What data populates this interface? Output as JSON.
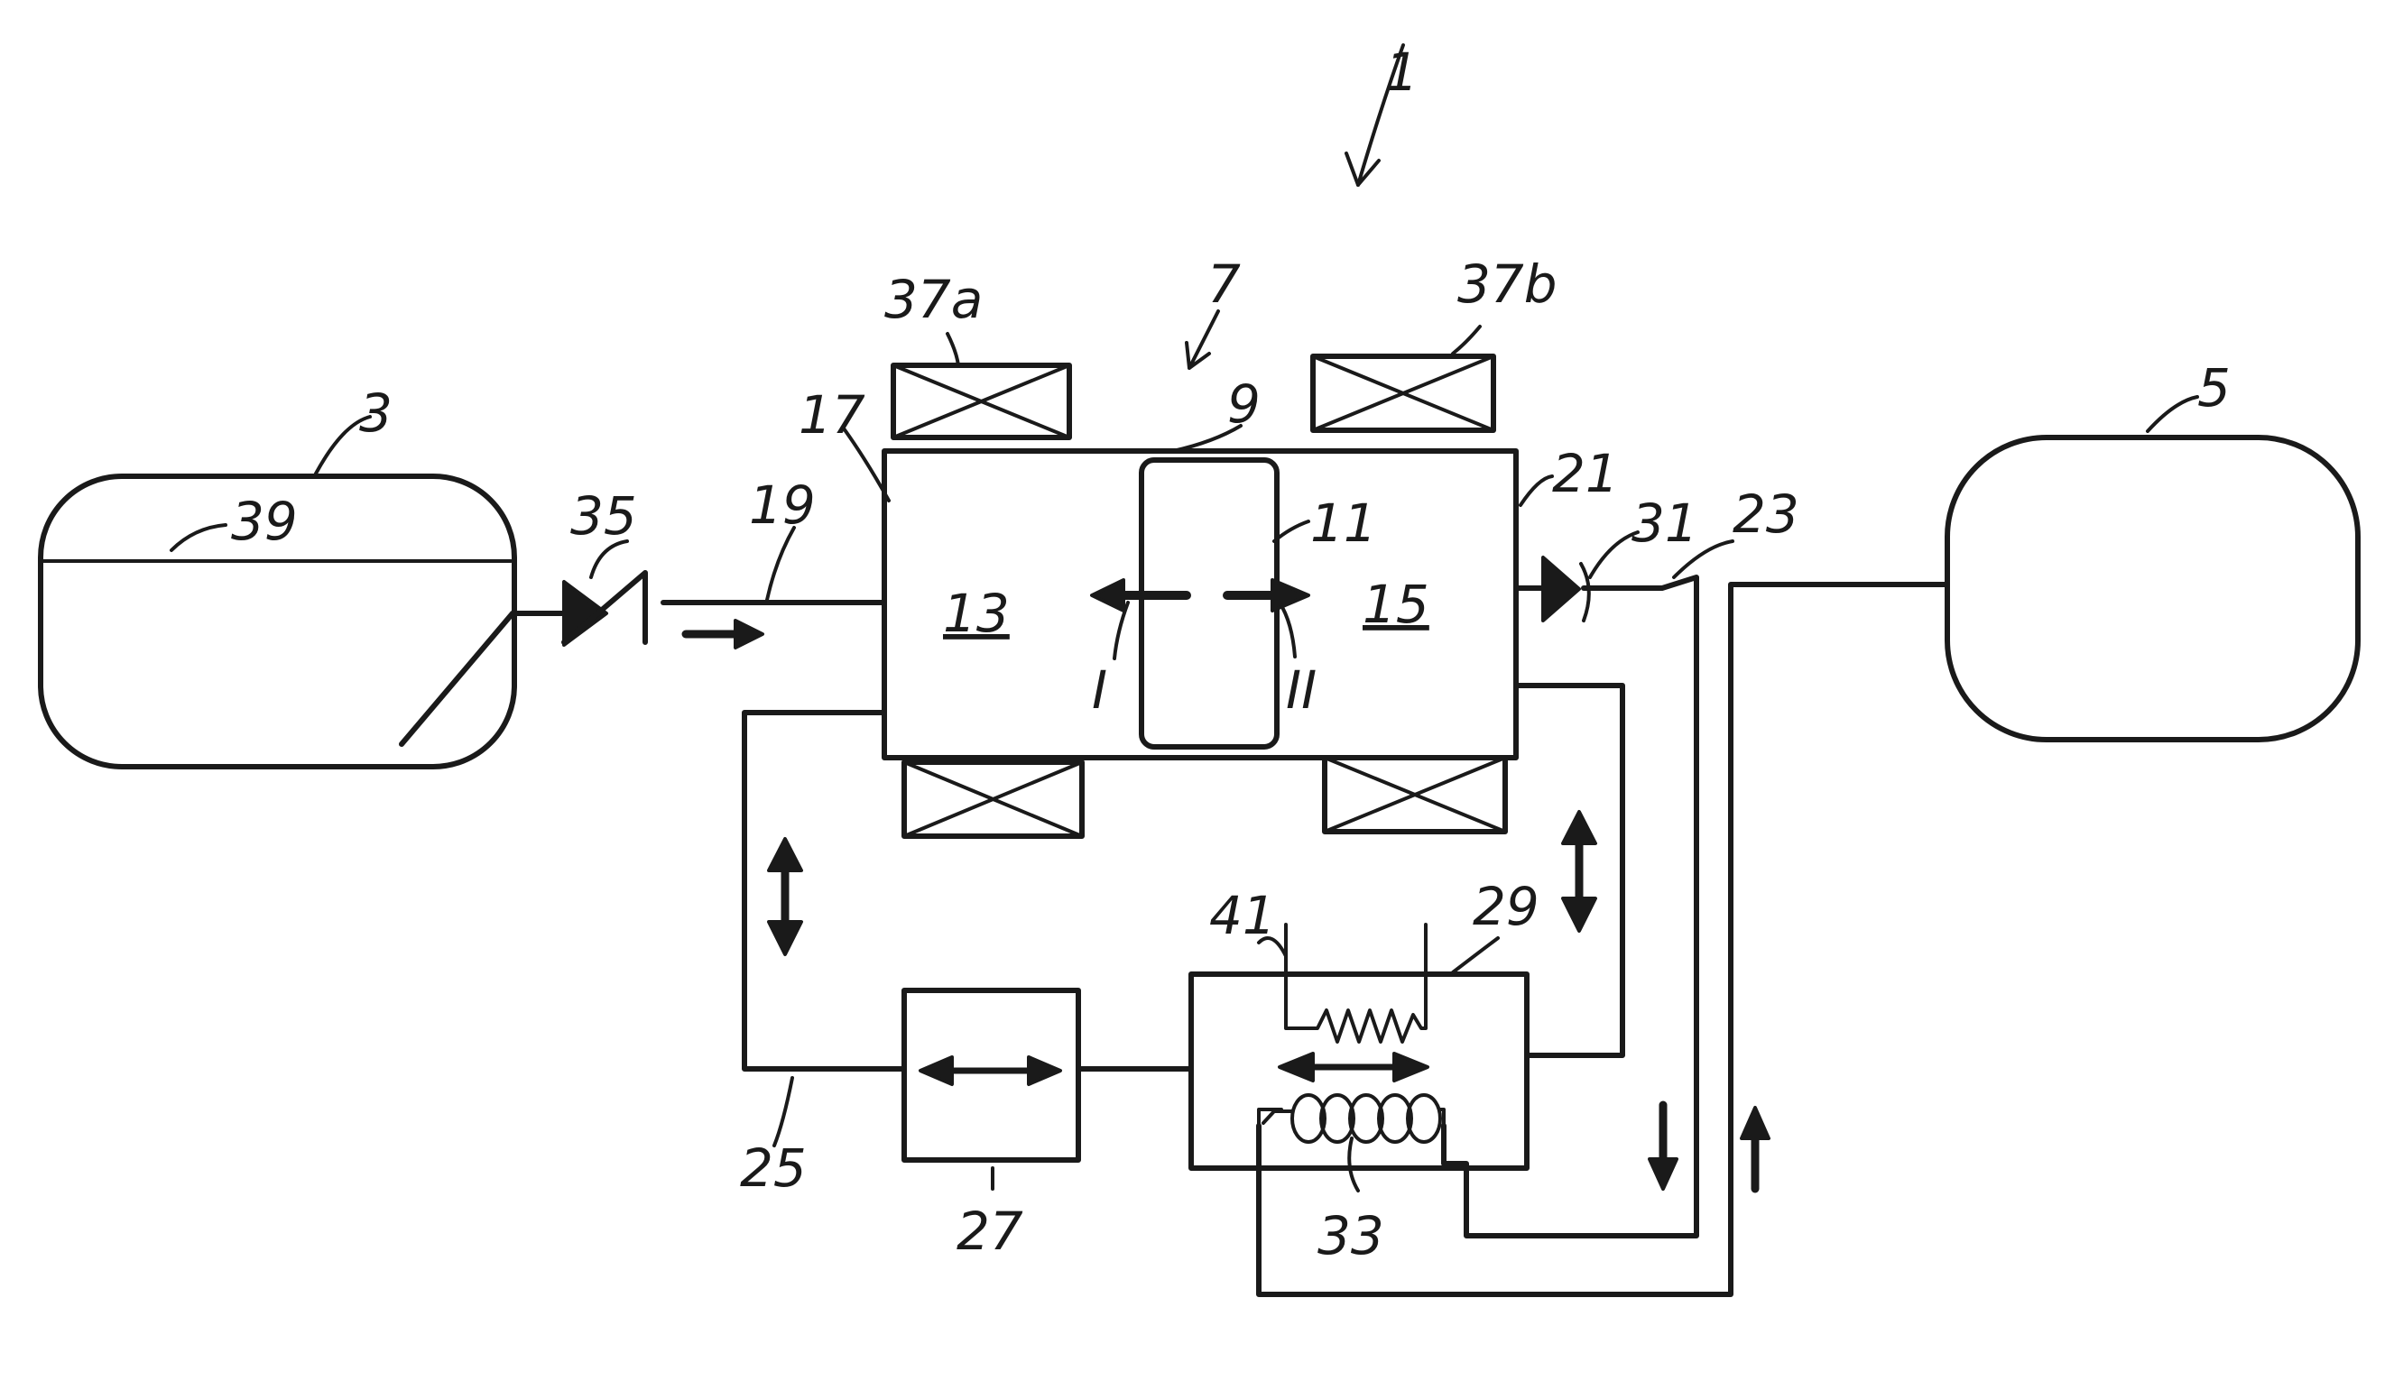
{
  "figure": {
    "reference": "1",
    "components": {
      "tank_left": {
        "ref": "3",
        "level_ref": "39"
      },
      "tank_right": {
        "ref": "5"
      },
      "check_valve_inlet": {
        "ref": "35"
      },
      "inlet_line": {
        "ref": "19"
      },
      "unit": {
        "ref": "7"
      },
      "housing": {
        "ref": "17"
      },
      "piston": {
        "ref": "9",
        "seal_ref": "11"
      },
      "chamber_left": {
        "ref": "13"
      },
      "chamber_right": {
        "ref": "15"
      },
      "directions": {
        "left": "I",
        "right": "II"
      },
      "magnet_top_left": {
        "ref": "37a"
      },
      "magnet_top_right": {
        "ref": "37b"
      },
      "housing_outlet": {
        "ref": "21"
      },
      "check_valve_outlet": {
        "ref": "31"
      },
      "outlet_line": {
        "ref": "23"
      },
      "loop_line": {
        "ref": "25"
      },
      "regenerator": {
        "ref": "27"
      },
      "heat_exchanger": {
        "ref": "29",
        "heater_ref": "41",
        "coil_ref": "33"
      }
    }
  }
}
